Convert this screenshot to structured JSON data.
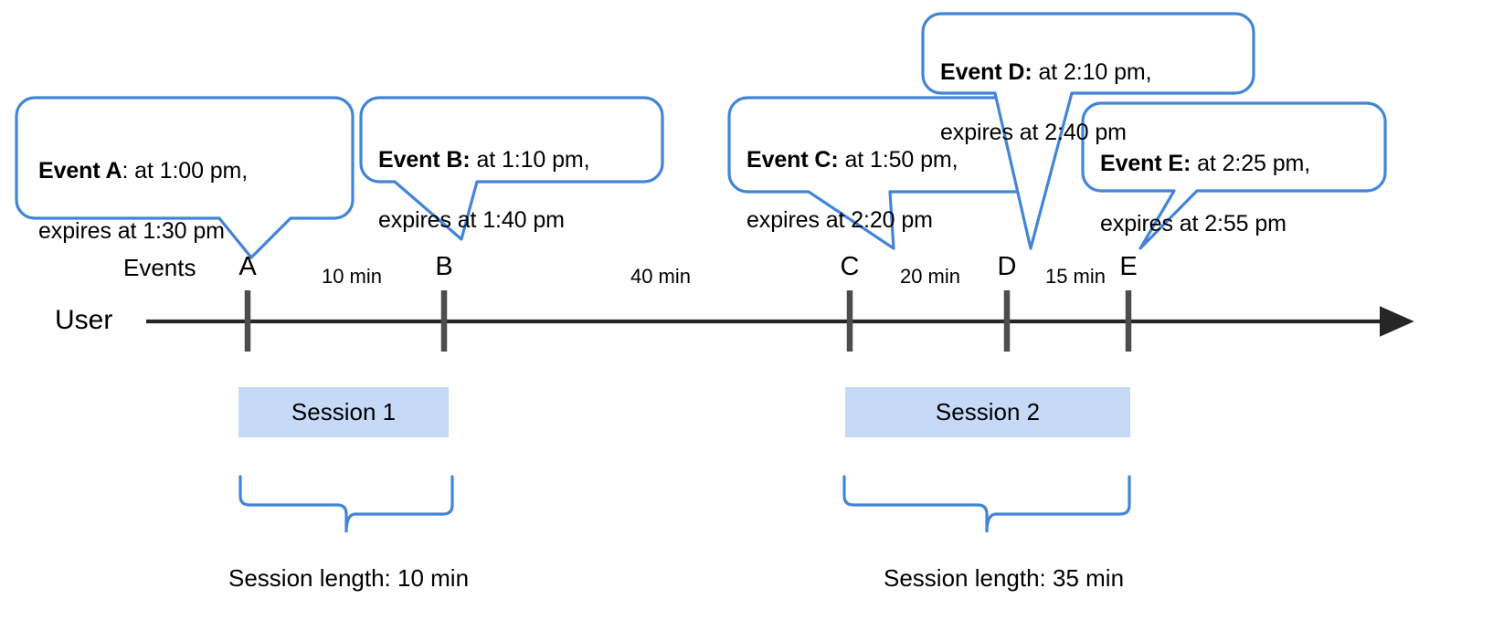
{
  "diagram": {
    "title": "User session timeline with event expiry callouts",
    "colors": {
      "callout_border": "#4285d6",
      "brace": "#4285d6",
      "session_fill": "#c6d9f7",
      "axis": "#262626",
      "tick": "#4d4d4d",
      "text": "#000000"
    }
  },
  "callouts": [
    {
      "id": "A",
      "bold": "Event A",
      "sep": ": ",
      "line1": "at 1:00 pm,",
      "line2": "expires at 1:30 pm",
      "time": "1:00 pm",
      "expires": "1:30 pm"
    },
    {
      "id": "B",
      "bold": "Event B:",
      "sep": " ",
      "line1": "at 1:10 pm,",
      "line2": "expires at 1:40 pm",
      "time": "1:10 pm",
      "expires": "1:40 pm"
    },
    {
      "id": "C",
      "bold": "Event C:",
      "sep": " ",
      "line1": "at 1:50 pm,",
      "line2": "expires at 2:20 pm",
      "time": "1:50 pm",
      "expires": "2:20 pm"
    },
    {
      "id": "D",
      "bold": "Event D:",
      "sep": " ",
      "line1": "at 2:10 pm,",
      "line2": "expires at 2:40 pm",
      "time": "2:10 pm",
      "expires": "2:40 pm"
    },
    {
      "id": "E",
      "bold": "Event E:",
      "sep": " ",
      "line1": "at 2:25 pm,",
      "line2": "expires at 2:55 pm",
      "time": "2:25 pm",
      "expires": "2:55 pm"
    }
  ],
  "axis": {
    "row_label": "User",
    "events_label": "Events"
  },
  "ticks": [
    {
      "label": "A"
    },
    {
      "label": "B"
    },
    {
      "label": "C"
    },
    {
      "label": "D"
    },
    {
      "label": "E"
    }
  ],
  "intervals": [
    {
      "label": "10 min",
      "from": "A",
      "to": "B"
    },
    {
      "label": "40 min",
      "from": "B",
      "to": "C"
    },
    {
      "label": "20 min",
      "from": "C",
      "to": "D"
    },
    {
      "label": "15 min",
      "from": "D",
      "to": "E"
    }
  ],
  "sessions": [
    {
      "name": "Session 1",
      "length_label": "Session length: 10 min"
    },
    {
      "name": "Session 2",
      "length_label": "Session length: 35 min"
    }
  ]
}
